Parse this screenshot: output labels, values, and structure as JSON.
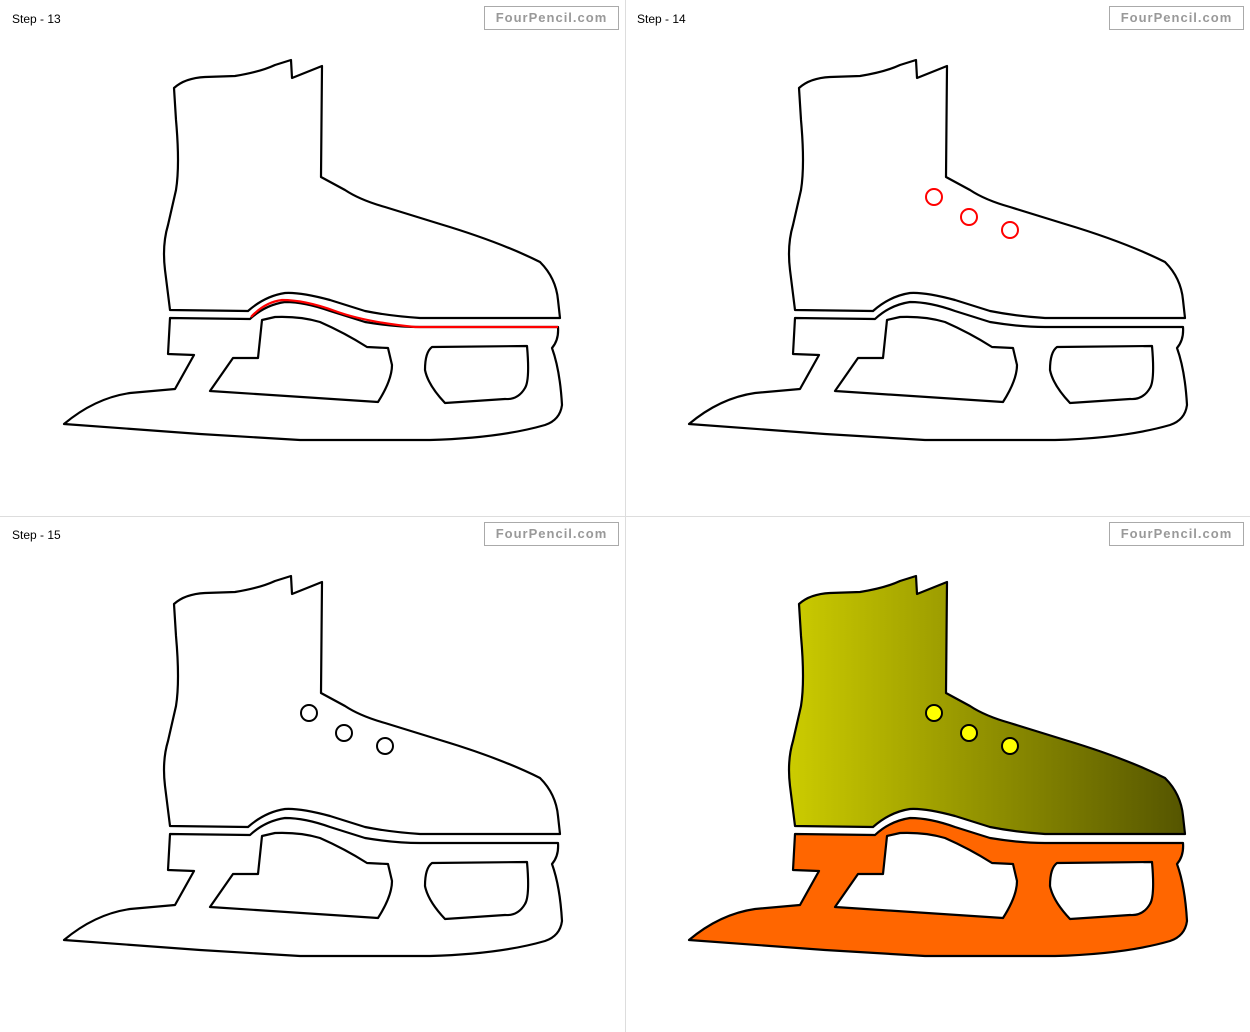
{
  "watermark": "FourPencil.com",
  "panels": [
    {
      "label": "Step - 13",
      "highlight": "red"
    },
    {
      "label": "Step - 14",
      "highlight": "red"
    },
    {
      "label": "Step - 15"
    },
    {
      "label": ""
    }
  ],
  "colors": {
    "outline": "#000000",
    "highlight": "#ff0000",
    "boot_gradient_start": "#cccc00",
    "boot_gradient_end": "#555500",
    "blade_holder": "#ff6600",
    "eyelets": "#ffff00"
  }
}
